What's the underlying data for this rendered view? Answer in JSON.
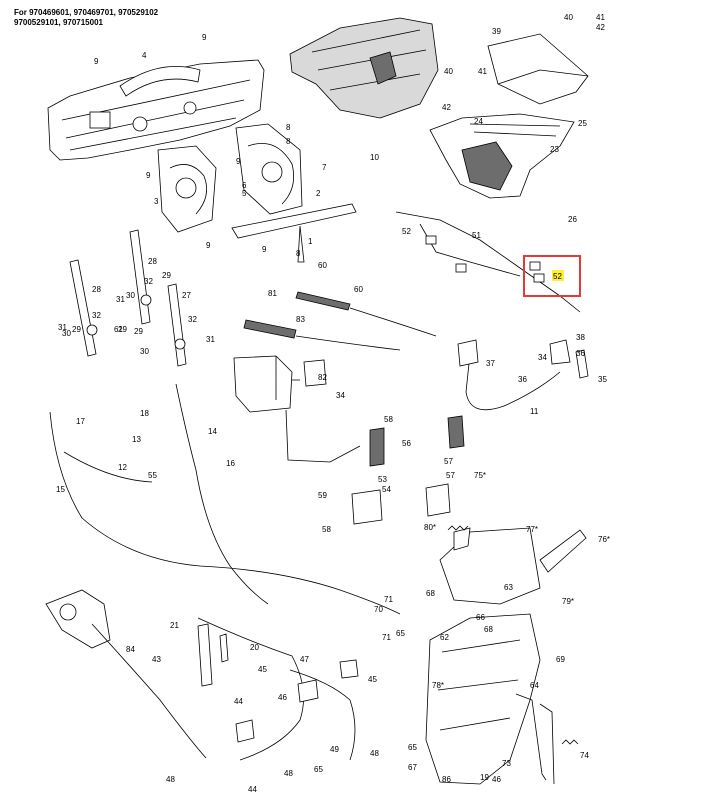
{
  "header": {
    "lines": [
      "For 970469601, 970469701, 970529102",
      "9700529101, 970715001"
    ]
  },
  "highlight": {
    "label": "52",
    "color": "#e53935",
    "marker_color": "#ffef33"
  },
  "callouts": [
    "9",
    "4",
    "9",
    "10",
    "9",
    "8",
    "9",
    "8",
    "7",
    "6",
    "9",
    "3",
    "5",
    "2",
    "1",
    "8",
    "9",
    "39",
    "40",
    "41",
    "42",
    "40",
    "41",
    "42",
    "24",
    "25",
    "23",
    "26",
    "52",
    "51",
    "60",
    "28",
    "29",
    "32",
    "30",
    "31",
    "27",
    "29",
    "28",
    "32",
    "29",
    "32",
    "31",
    "30",
    "31",
    "30",
    "29",
    "61",
    "60",
    "81",
    "83",
    "82",
    "34",
    "36",
    "37",
    "35",
    "36",
    "34",
    "38",
    "11",
    "14",
    "16",
    "18",
    "17",
    "13",
    "12",
    "15",
    "55",
    "58",
    "56",
    "57",
    "59",
    "53",
    "58",
    "54",
    "57",
    "75*",
    "80*",
    "77*",
    "76*",
    "63",
    "68",
    "79*",
    "69",
    "71",
    "70",
    "71",
    "65",
    "66",
    "68",
    "62",
    "78*",
    "64",
    "19",
    "21",
    "20",
    "43",
    "84",
    "45",
    "47",
    "46",
    "45",
    "44",
    "48",
    "49",
    "65",
    "65",
    "67",
    "73",
    "74",
    "86",
    "46",
    "48",
    "44",
    "48"
  ]
}
